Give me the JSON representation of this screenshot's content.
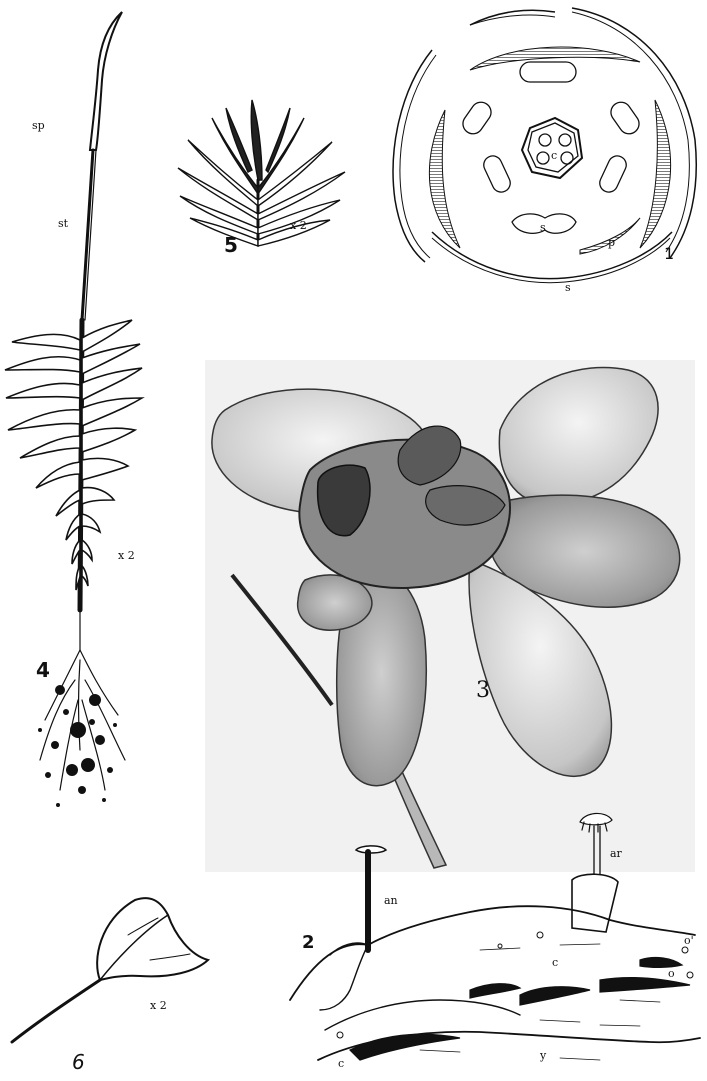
{
  "labels": {
    "fig4_sp": "sp",
    "fig4_st": "st",
    "fig4_scale": "x 2",
    "fig5_scale": "x 2",
    "fig6_scale": "x 2",
    "fig1_c": "c",
    "fig1_s_inner": "s",
    "fig1_p": "p",
    "fig1_s_outer": "s",
    "fig2_an": "an",
    "fig2_ar": "ar",
    "fig2_c1": "c",
    "fig2_c2": "c",
    "fig2_o1": "o'",
    "fig2_o2": "o",
    "fig2_y": "y"
  },
  "figure_numbers": {
    "fig1": "1",
    "fig2": "2",
    "fig3": "3",
    "fig4": "4",
    "fig5": "5",
    "fig6": "6"
  }
}
